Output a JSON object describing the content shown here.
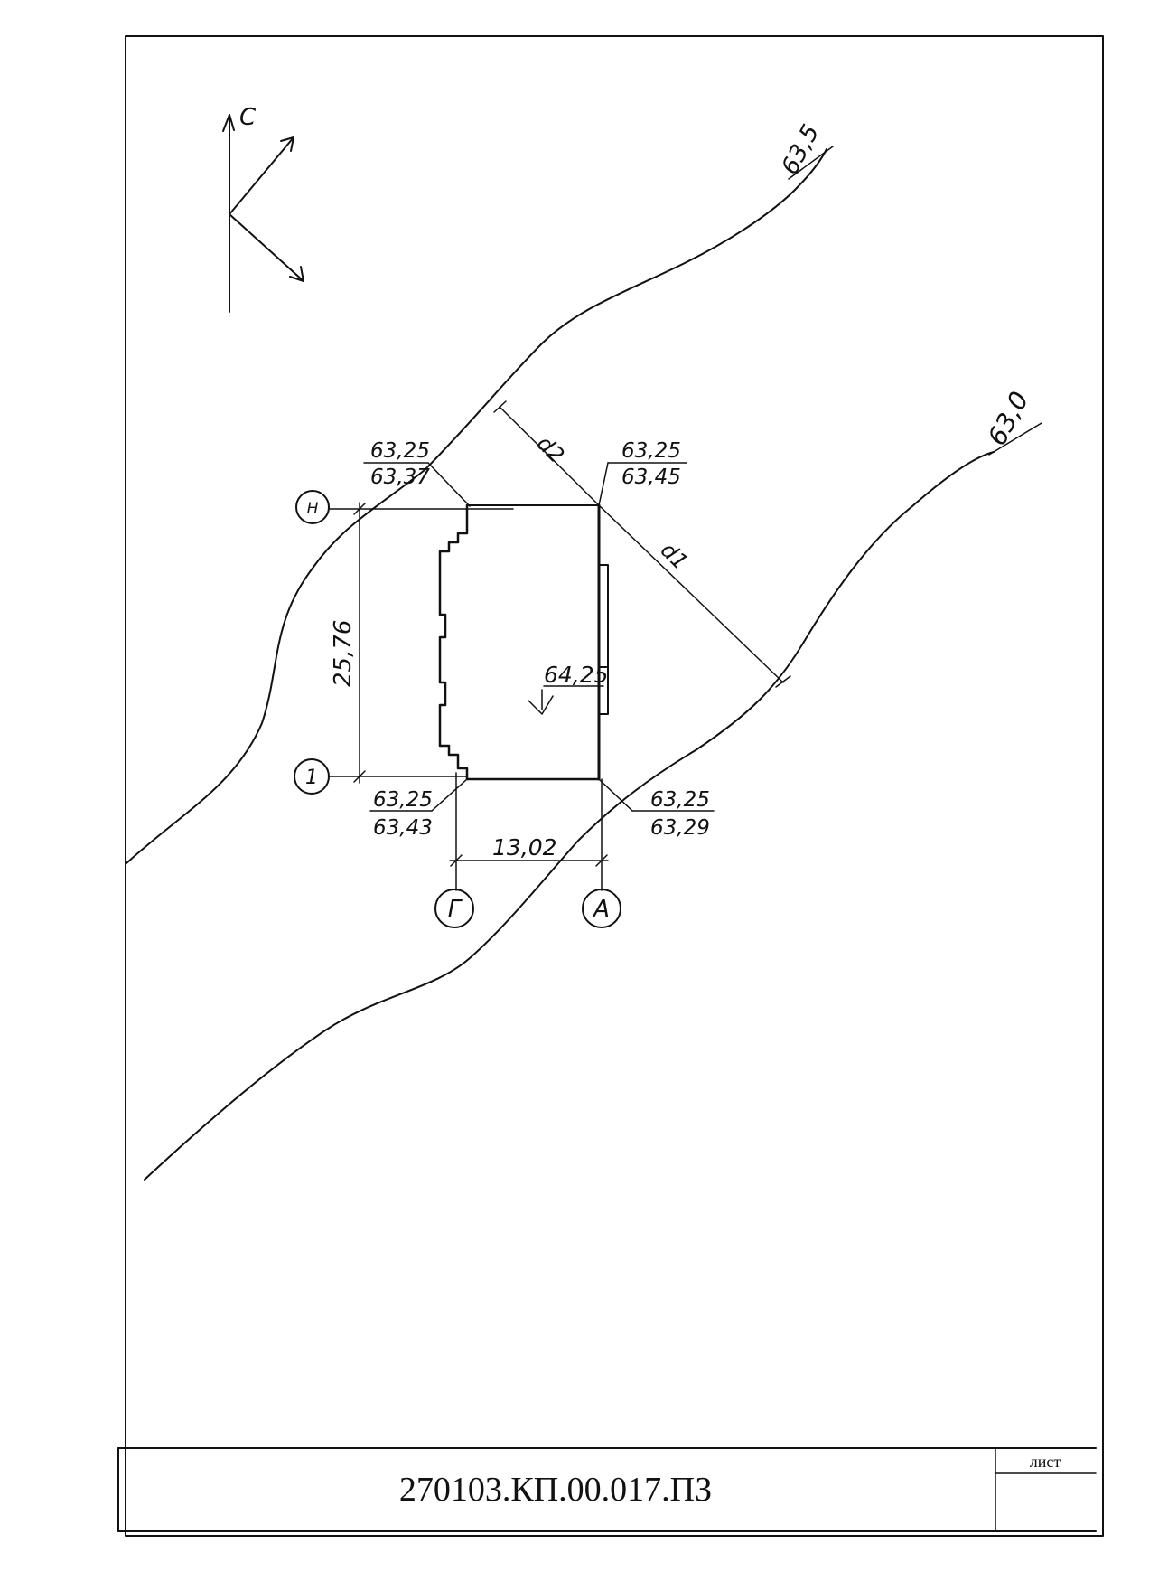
{
  "compass": {
    "north_label": "С"
  },
  "contours": [
    {
      "id": "upper",
      "label": "63,5"
    },
    {
      "id": "lower",
      "label": "63,0"
    }
  ],
  "corners": {
    "top_left": {
      "design": "63,25",
      "natural": "63,37"
    },
    "top_right": {
      "design": "63,25",
      "natural": "63,45"
    },
    "bottom_left": {
      "design": "63,25",
      "natural": "63,43"
    },
    "bottom_right": {
      "design": "63,25",
      "natural": "63,29"
    }
  },
  "floor_level": "64,25",
  "distances": {
    "d1": "d1",
    "d2": "d2"
  },
  "dimensions": {
    "width": "13,02",
    "length": "25,76"
  },
  "axes": {
    "axis_top": "Н",
    "axis_bottom": "1",
    "axis_left": "Г",
    "axis_right": "А"
  },
  "title_block": {
    "code": "270103.КП.00.017.ПЗ",
    "sheet_label": "лист"
  }
}
